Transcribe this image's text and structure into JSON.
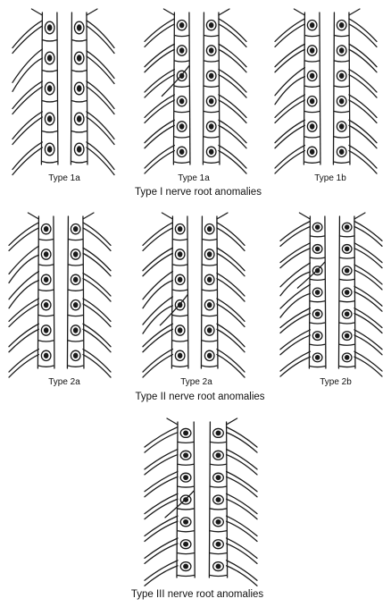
{
  "groups": [
    {
      "caption": "Type I nerve root anomalies",
      "panels": [
        {
          "label": "Type 1a"
        },
        {
          "label": "Type 1a"
        },
        {
          "label": "Type 1b"
        }
      ]
    },
    {
      "caption": "Type II nerve root anomalies",
      "panels": [
        {
          "label": "Type 2a"
        },
        {
          "label": "Type 2a"
        },
        {
          "label": "Type 2b"
        }
      ]
    },
    {
      "caption": "Type III nerve root anomalies",
      "panels": []
    }
  ],
  "colors": {
    "ink": "#1a1a1a",
    "background": "#ffffff"
  }
}
